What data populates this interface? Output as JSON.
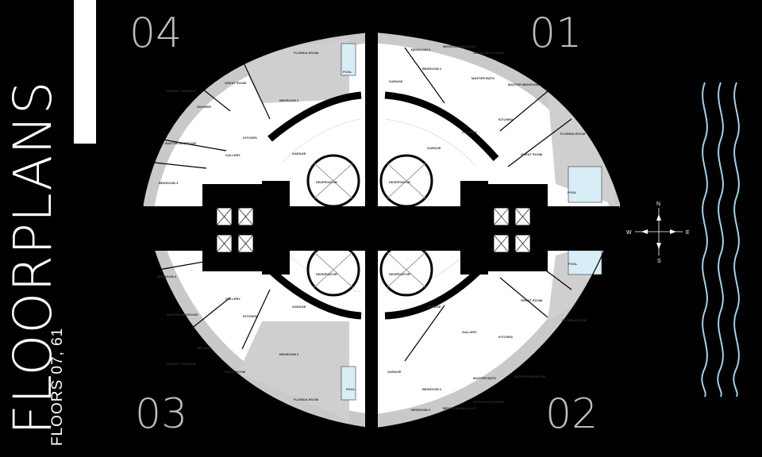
{
  "title": "FLOORPLANS",
  "subtitle": "FLOORS 07, 61",
  "units": [
    {
      "id": "u04",
      "number": "04"
    },
    {
      "id": "u01",
      "number": "01"
    },
    {
      "id": "u03",
      "number": "03"
    },
    {
      "id": "u02",
      "number": "02"
    }
  ],
  "compass": {
    "n": "N",
    "s": "S",
    "e": "E",
    "w": "W"
  },
  "labels": {
    "great_room": "GREAT ROOM",
    "master_bedroom": "MASTER BEDROOM",
    "bedroom_2": "BEDROOM 2",
    "bedroom_3": "BEDROOM 3",
    "kitchen": "KITCHEN",
    "garage": "GARAGE",
    "florida_room": "FLORIDA ROOM",
    "pool": "POOL",
    "gallery": "GALLERY",
    "dezervator": "DEZERVATOR",
    "sunset_terrace": "SUNSET TERRACE",
    "outdoor_shower": "OUTDOOR SHOWER",
    "bedroom_balcony": "BEDROOM BALCONY",
    "shower": "SHOWER",
    "master_bath": "MASTER BATH"
  },
  "colors": {
    "background": "#000000",
    "plan": "#ffffff",
    "wall": "#000000",
    "accent": "#9fd3e6",
    "slab": "#c9c9c9"
  }
}
